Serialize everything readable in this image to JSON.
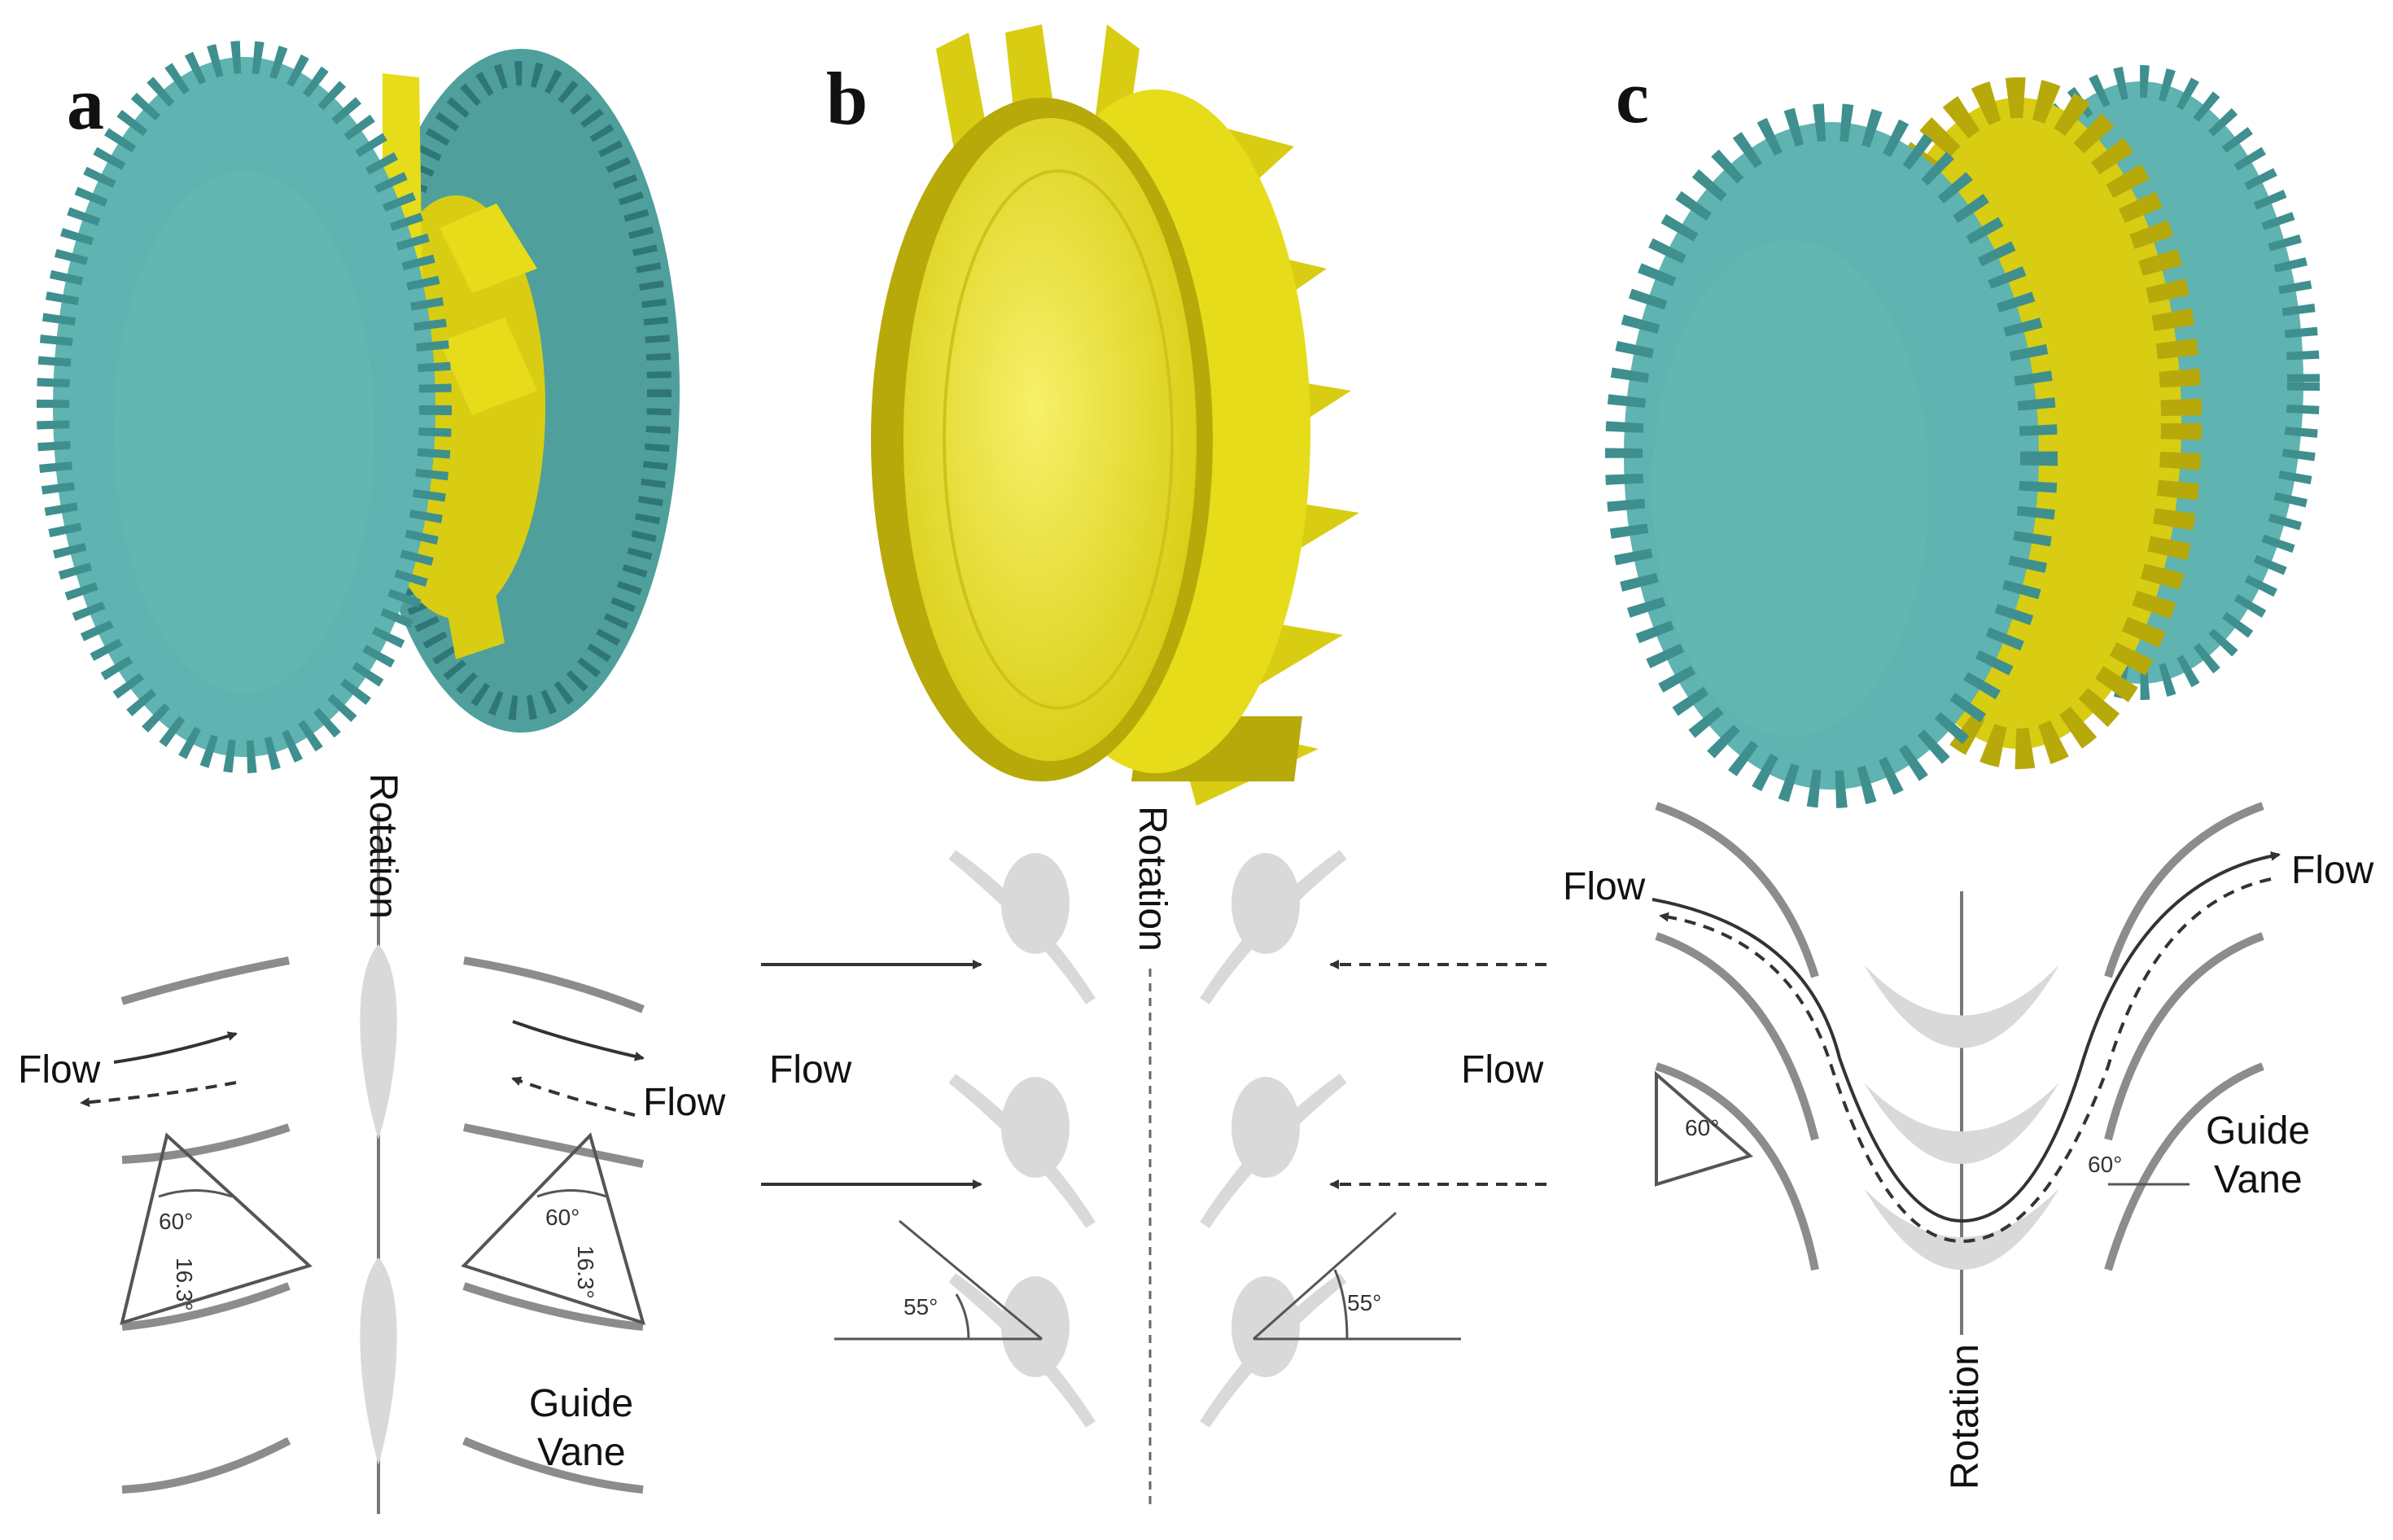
{
  "panels": [
    {
      "letter": "a",
      "rotation_label": "Rotation",
      "flow_left_label": "Flow",
      "flow_right_label": "Flow",
      "guide_vane_line1": "Guide",
      "guide_vane_line2": "Vane",
      "angle_left_1": "60°",
      "angle_left_2": "16.3°",
      "angle_right_1": "60°",
      "angle_right_2": "16.3°"
    },
    {
      "letter": "b",
      "rotation_label": "Rotation",
      "flow_left_label": "Flow",
      "flow_right_label": "Flow",
      "angle_left": "55°",
      "angle_right": "55°"
    },
    {
      "letter": "c",
      "rotation_label": "Rotation",
      "flow_left_label": "Flow",
      "flow_right_label": "Flow",
      "guide_vane_line1": "Guide",
      "guide_vane_line2": "Vane",
      "angle_left": "60°",
      "angle_right": "60°"
    }
  ],
  "colors": {
    "teal": "#5fb3b0",
    "teal_dark": "#3f8f8f",
    "yellow": "#e6dc1a",
    "yellow_dark": "#b8a90a",
    "grey_blade": "#d9d9d9",
    "grey_line": "#8c8c8c"
  }
}
